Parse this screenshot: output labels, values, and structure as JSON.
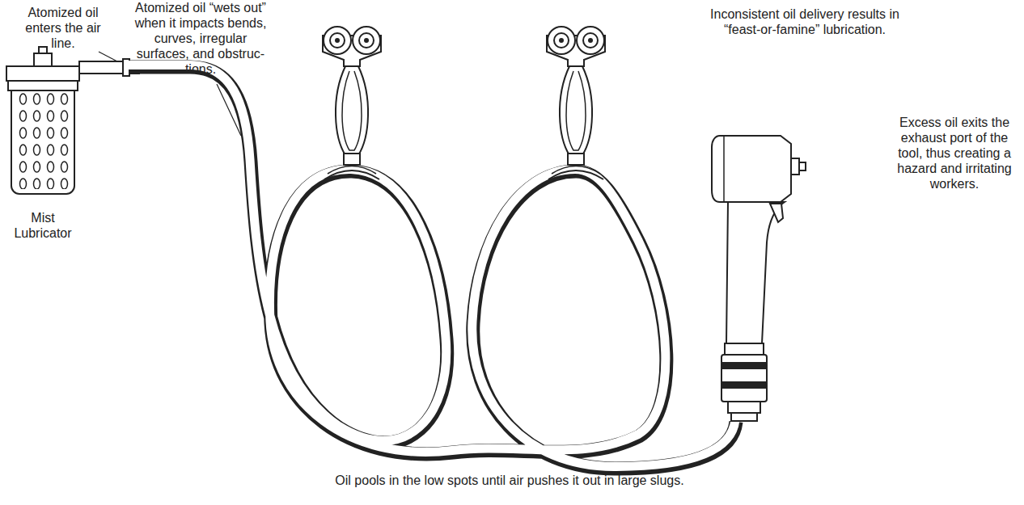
{
  "diagram": {
    "labels": [
      "Atomized oil enters the air line.",
      "Atomized oil “wets out” when it impacts bends, curves, irregular surfaces, and obstruc- tions.",
      "Inconsistent oil delivery results in “feast-or-famine” lubrication.",
      "Excess oil exits the exhaust port of the tool, thus creating a hazard and irritating workers.",
      "Mist Lubricator",
      "Oil pools in the low spots until air pushes it out in large slugs."
    ]
  }
}
